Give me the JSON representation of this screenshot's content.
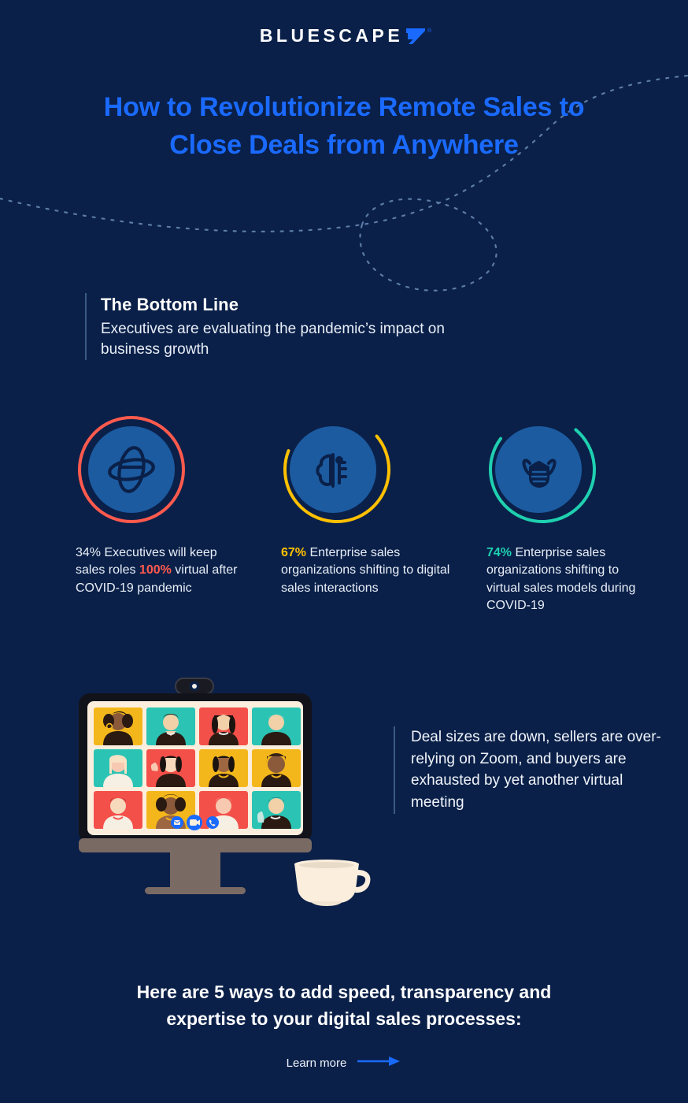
{
  "brand": {
    "name": "BLUESCAPE",
    "trademark": "®",
    "logo_icon": "bluescape-triangle-mark",
    "accent_color": "#1a6aff"
  },
  "title": {
    "line1": "How to Revolutionize Remote Sales to",
    "line2": "Close Deals from Anywhere",
    "color": "#1a6aff"
  },
  "bottom_line": {
    "heading": "The Bottom Line",
    "subtext": "Executives are evaluating the pandemic’s impact on business growth"
  },
  "stats": [
    {
      "id": "stat-executives-virtual",
      "icon": "globe-orbit-icon",
      "ring_color": "#ff5a4d",
      "ring_percent": 100,
      "disc_color": "#1c5ba0",
      "caption_pre": "34% Executives will keep sales roles ",
      "caption_highlight": "100%",
      "caption_post": " virtual after COVID-19 pandemic",
      "highlight_color": "#ff5a4d",
      "value": "34%"
    },
    {
      "id": "stat-digital-sales",
      "icon": "brain-circuit-icon",
      "ring_color": "#ffc000",
      "ring_percent": 67,
      "disc_color": "#1c5ba0",
      "caption_pre": "",
      "caption_highlight": "67%",
      "caption_post": " Enterprise sales organizations shifting to digital sales interactions",
      "highlight_color": "#ffc000",
      "value": "67%"
    },
    {
      "id": "stat-virtual-models",
      "icon": "face-mask-icon",
      "ring_color": "#1fd0b0",
      "ring_percent": 74,
      "disc_color": "#1c5ba0",
      "caption_pre": "",
      "caption_highlight": "74%",
      "caption_post": " Enterprise sales organizations shifting to virtual sales models during COVID-19",
      "highlight_color": "#1fd0b0",
      "value": "74%"
    }
  ],
  "illustration": {
    "name": "video-conference-monitor",
    "camera_icon": "webcam-icon",
    "participant_count": 12,
    "tile_colors": [
      "#f4b71b",
      "#2bc4b4",
      "#f4504a",
      "#2bc4b4",
      "#2bc4b4",
      "#f4504a",
      "#f4b71b",
      "#f4b71b",
      "#f4504a",
      "#f4b71b",
      "#f4504a",
      "#2bc4b4"
    ],
    "control_icons": [
      "mail-icon",
      "video-camera-icon",
      "phone-icon"
    ],
    "control_color": "#1a6aff",
    "screen_color": "#fbeedd",
    "bezel_color": "#12131a",
    "stand_color": "#7a6a64",
    "cup_icon": "coffee-cup-icon",
    "cup_color": "#fbeedd"
  },
  "quote": {
    "text": "Deal sizes are down, sellers are over-relying on Zoom, and buyers are exhausted by yet another virtual meeting"
  },
  "cta": {
    "line1": "Here are 5 ways to add speed, transparency and",
    "line2": "expertise to your digital sales processes:",
    "learn_more_label": "Learn more",
    "arrow_icon": "arrow-right-icon",
    "arrow_color": "#1a6aff"
  },
  "background_color": "#0a2049"
}
